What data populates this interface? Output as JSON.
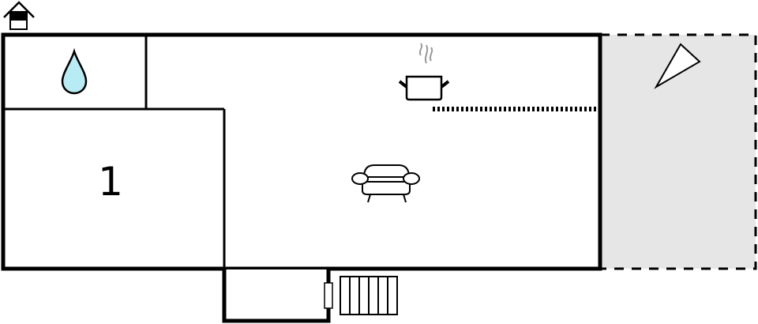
{
  "plan": {
    "type": "floor-plan",
    "rooms": [
      {
        "id": "bathroom",
        "icon": "water-drop-icon",
        "label": ""
      },
      {
        "id": "bedroom-1",
        "label": "1"
      },
      {
        "id": "living-kitchen",
        "icons": [
          "cooking-pot-icon",
          "sofa-icon"
        ],
        "label": ""
      },
      {
        "id": "entrance",
        "label": ""
      },
      {
        "id": "terrace",
        "icon": "sun-umbrella-icon",
        "label": "",
        "fill": "#e6e6e6"
      }
    ],
    "floor_marker": {
      "icon": "house-ground-floor-icon"
    },
    "colors": {
      "wall": "#000000",
      "water": "#b8ecf5",
      "terrace": "#e6e6e6",
      "steam": "#999999"
    }
  }
}
